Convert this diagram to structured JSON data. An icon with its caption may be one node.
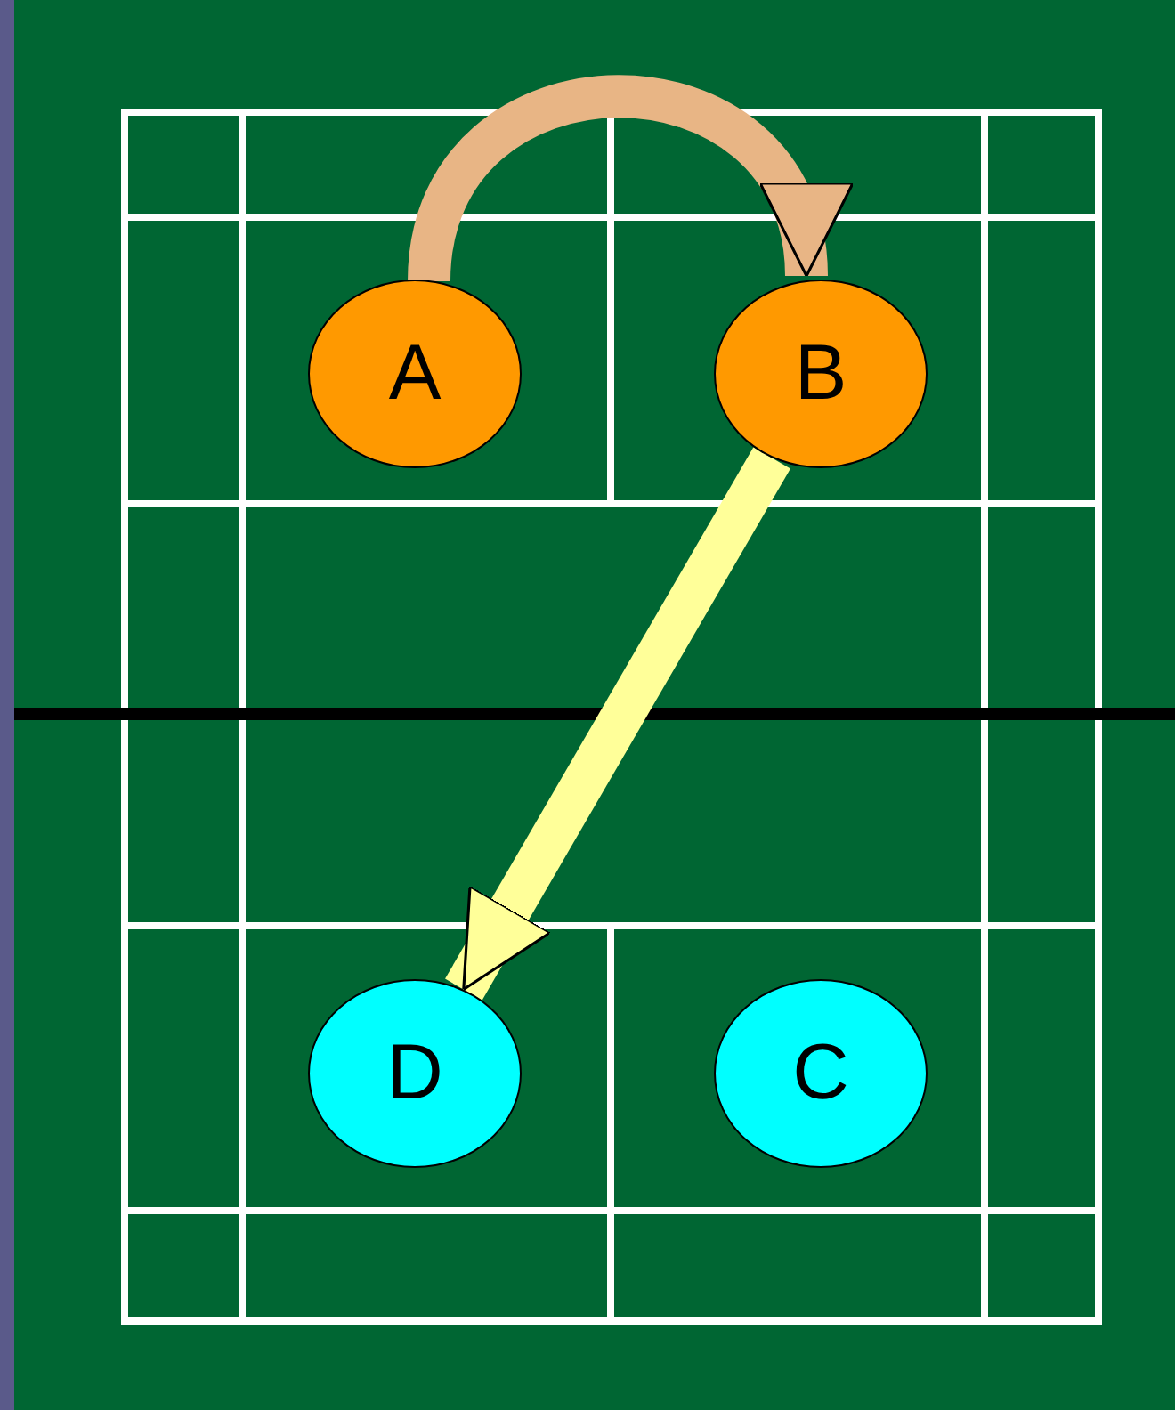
{
  "diagram": {
    "nodes": [
      {
        "text": [
          "A"
        ]
      },
      {
        "text": [
          "B"
        ]
      },
      {
        "text": [
          "D"
        ]
      },
      {
        "text": [
          "C"
        ]
      }
    ],
    "edges": [
      {
        "from": 0,
        "to": 1,
        "arrow": "to",
        "color": "#e8b585"
      },
      {
        "from": 1,
        "to": 2,
        "arrow": "to",
        "color": "#ffff99"
      }
    ]
  }
}
